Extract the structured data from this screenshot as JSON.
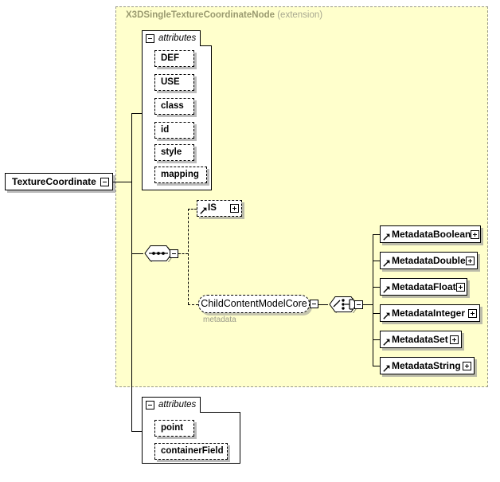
{
  "diagram": {
    "type": "xsd-schema-diagram",
    "root_element": {
      "name": "TextureCoordinate",
      "toggle": "minus"
    },
    "extension_panel": {
      "base_type": "X3DSingleTextureCoordinateNode",
      "kind": "(extension)",
      "fill_color": "#ffffcc",
      "border_color": "#9a9a8a"
    },
    "inherited_attributes": {
      "header": "attributes",
      "toggle": "minus",
      "items": [
        {
          "name": "DEF"
        },
        {
          "name": "USE"
        },
        {
          "name": "class"
        },
        {
          "name": "id"
        },
        {
          "name": "style"
        },
        {
          "name": "mapping"
        }
      ]
    },
    "sequence_compositor": {
      "kind": "sequence",
      "toggle": "minus"
    },
    "sequence_children": [
      {
        "name": "IS",
        "kind": "element-ref",
        "optional": true,
        "toggle": "plus"
      },
      {
        "name": "ChildContentModelCore",
        "kind": "group-ref",
        "sub_label": "metadata",
        "toggle": "minus"
      }
    ],
    "choice_compositor": {
      "kind": "choice",
      "toggle": "minus"
    },
    "choice_children": [
      {
        "name": "MetadataBoolean",
        "toggle": "plus"
      },
      {
        "name": "MetadataDouble",
        "toggle": "plus"
      },
      {
        "name": "MetadataFloat",
        "toggle": "plus"
      },
      {
        "name": "MetadataInteger",
        "toggle": "plus"
      },
      {
        "name": "MetadataSet",
        "toggle": "plus"
      },
      {
        "name": "MetadataString",
        "toggle": "plus"
      }
    ],
    "own_attributes": {
      "header": "attributes",
      "toggle": "minus",
      "items": [
        {
          "name": "point"
        },
        {
          "name": "containerField"
        }
      ]
    }
  }
}
